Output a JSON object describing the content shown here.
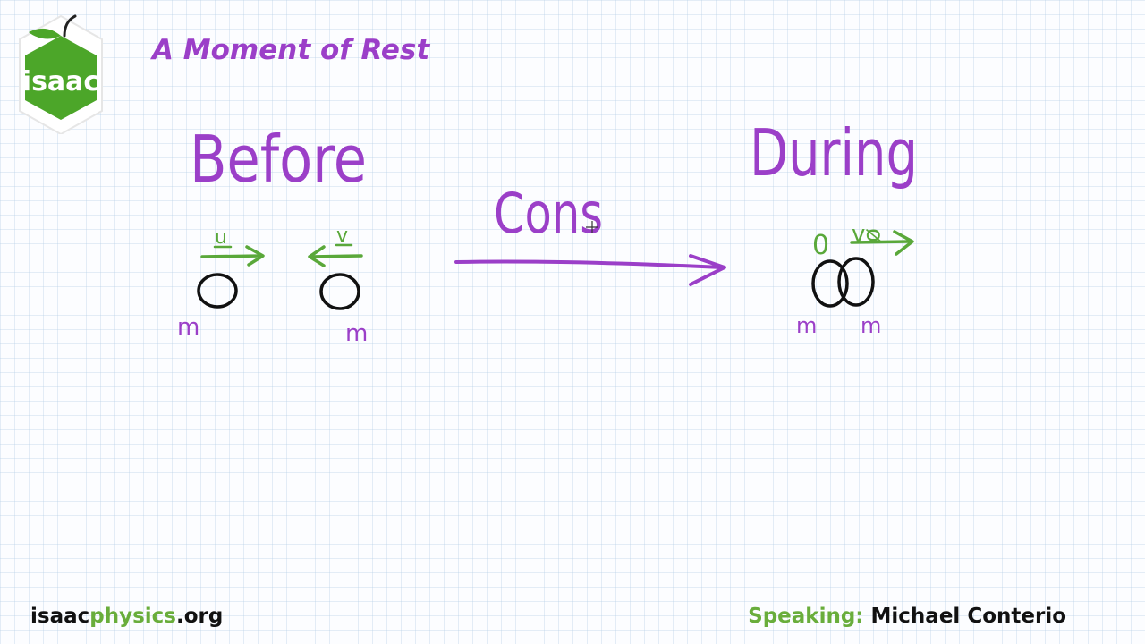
{
  "header": {
    "logo_text": "isaac",
    "title": "A Moment of Rest"
  },
  "board": {
    "before_label": "Before",
    "during_label": "During",
    "arrow_label": "Cons",
    "left_velocity": "u",
    "right_velocity": "v",
    "left_mass": "m",
    "right_mass": "m",
    "during_zero": "0",
    "during_velocity": "vᴓ",
    "during_mass_left": "m",
    "during_mass_right": "m"
  },
  "footer": {
    "site_prefix": "isaac",
    "site_middle": "physics",
    "site_suffix": ".org",
    "speaking_label": "Speaking:",
    "speaker_name": "Michael Conterio"
  },
  "colors": {
    "purple": "#9b3fc8",
    "green": "#5aa83a",
    "logo_green": "#69ad3b",
    "ink": "#111111"
  }
}
